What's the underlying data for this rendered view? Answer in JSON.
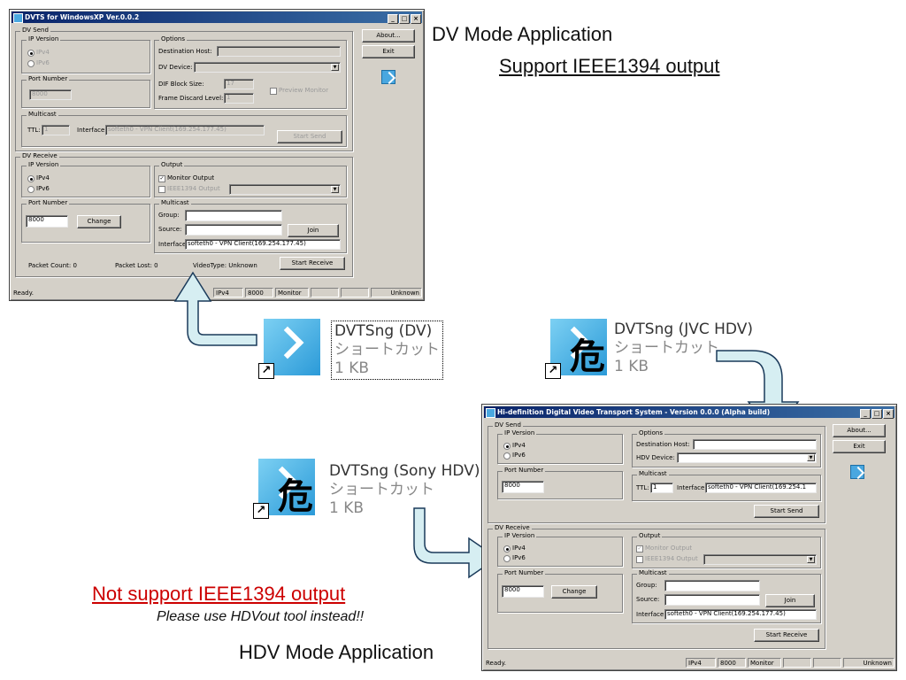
{
  "dv_window": {
    "title": "DVTS for WindowsXP Ver.0.0.2",
    "send_group": "DV Send",
    "ip_version_label": "IP Version",
    "ipv4": "IPv4",
    "ipv6": "IPv6",
    "options_label": "Options",
    "destination_host": "Destination Host:",
    "dv_device": "DV Device:",
    "port_number": "Port Number",
    "port_value_send": "8000",
    "dif_block_size": "DIF Block Size:",
    "dif_value": "17",
    "frame_discard": "Frame Discard Level:",
    "frame_value": "1",
    "preview_monitor": "Preview Monitor",
    "multicast": "Multicast",
    "ttl": "TTL:",
    "ttl_value": "1",
    "interface": "Interface:",
    "interface_send_value": "softeth0 - VPN Client(169.254.177.45)",
    "start_send": "Start Send",
    "about": "About...",
    "exit": "Exit",
    "receive_group": "DV Receive",
    "output": "Output",
    "monitor_output": "Monitor Output",
    "ieee1394_output": "IEEE1394 Output",
    "port_value_recv": "8000",
    "change": "Change",
    "group_label": "Group:",
    "source_label": "Source:",
    "join": "Join",
    "interface_recv_value": "softeth0 - VPN Client(169.254.177.45)",
    "packet_count": "Packet Count: 0",
    "packet_lost": "Packet Lost: 0",
    "video_type": "VideoType: Unknown",
    "start_receive": "Start Receive",
    "status_ready": "Ready.",
    "status_ipv4": "IPv4",
    "status_port": "8000",
    "status_monitor": "Monitor",
    "status_unknown": "Unknown"
  },
  "hdv_window": {
    "title": "Hi-definition Digital Video Transport System - Version 0.0.0 (Alpha build)",
    "send_group": "DV Send",
    "ip_version_label": "IP Version",
    "ipv4": "IPv4",
    "ipv6": "IPv6",
    "options_label": "Options",
    "destination_host": "Destination Host:",
    "hdv_device": "HDV Device:",
    "port_number": "Port Number",
    "port_value_send": "8000",
    "multicast": "Multicast",
    "ttl": "TTL:",
    "ttl_value": "1",
    "interface": "Interface:",
    "interface_send_value": "softeth0 - VPN Client(169.254.1",
    "start_send": "Start Send",
    "about": "About...",
    "exit": "Exit",
    "receive_group": "DV Receive",
    "output": "Output",
    "monitor_output": "Monitor Output",
    "ieee1394_output": "IEEE1394 Output",
    "port_value_recv": "8000",
    "change": "Change",
    "group_label": "Group:",
    "source_label": "Source:",
    "join": "Join",
    "interface_recv_value": "softeth0 - VPN Client(169.254.177.45)",
    "start_receive": "Start Receive",
    "status_ready": "Ready.",
    "status_ipv4": "IPv4",
    "status_port": "8000",
    "status_monitor": "Monitor",
    "status_unknown": "Unknown"
  },
  "shortcuts": [
    {
      "name": "DVTSng (DV)",
      "type": "ショートカット",
      "size": "1 KB",
      "icon": "dvts-shortcut-icon"
    },
    {
      "name": "DVTSng (JVC HDV)",
      "type": "ショートカット",
      "size": "1 KB",
      "icon": "dvts-hdv-shortcut-icon"
    },
    {
      "name": "DVTSng (Sony HDV)",
      "type": "ショートカット",
      "size": "1 KB",
      "icon": "dvts-hdv-shortcut-icon"
    }
  ],
  "icon_glyph": "危",
  "shortcut_badge": "↗",
  "annotations": {
    "dv_mode": "DV Mode Application",
    "support_ieee": "Support IEEE1394 output",
    "not_support": "Not support IEEE1394 output",
    "hdvout_note": "Please use HDVout tool instead!!",
    "hdv_mode": "HDV Mode Application"
  },
  "colors": {
    "accent_red": "#cc0000",
    "arrow_fill": "#d6eef2",
    "titlebar": "#0a246a"
  }
}
